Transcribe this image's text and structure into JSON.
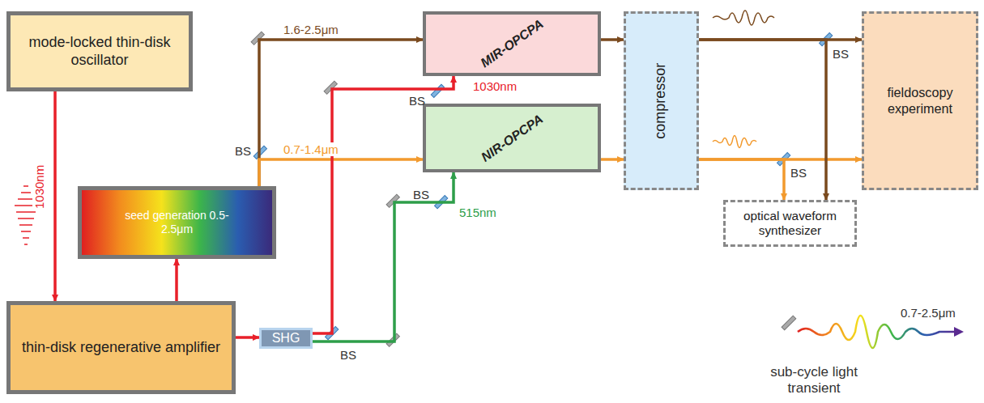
{
  "diagram": {
    "nodes": [
      {
        "text": [
          "mode-locked thin-disk oscillator"
        ]
      },
      {
        "text": [
          "MIR-OPCPA"
        ]
      },
      {
        "text": [
          "compressor"
        ]
      },
      {
        "text": [
          "fieldoscopy experiment"
        ]
      },
      {
        "text": [
          "NIR-OPCPA"
        ]
      },
      {
        "text": [
          "seed generation 0.5-2.5μm"
        ]
      },
      {
        "text": [
          "optical waveform synthesizer"
        ]
      },
      {
        "text": [
          "thin-disk regenerative amplifier"
        ]
      },
      {
        "text": [
          "SHG"
        ]
      }
    ],
    "edges": [
      {
        "from": 0,
        "to": 7,
        "arrow": "to",
        "label": "1030nm"
      },
      {
        "from": 7,
        "to": 5,
        "arrow": "to"
      },
      {
        "from": 7,
        "to": 8,
        "arrow": "to"
      },
      {
        "from": 5,
        "to": 1,
        "arrow": "to",
        "label": "1.6-2.5μm"
      },
      {
        "from": 5,
        "to": 4,
        "arrow": "to",
        "label": "0.7-1.4μm"
      },
      {
        "from": 8,
        "to": 1,
        "arrow": "to",
        "label": "1030nm"
      },
      {
        "from": 8,
        "to": 4,
        "arrow": "to",
        "label": "515nm"
      },
      {
        "from": 1,
        "to": 2,
        "arrow": "to"
      },
      {
        "from": 4,
        "to": 2,
        "arrow": "to"
      },
      {
        "from": 2,
        "to": 3,
        "arrow": "to"
      },
      {
        "from": 2,
        "to": 3,
        "arrow": "to"
      },
      {
        "from": 2,
        "to": 6,
        "arrow": "to"
      },
      {
        "from": 2,
        "to": 6,
        "arrow": "to"
      }
    ],
    "labels": [
      "BS",
      "BS",
      "BS",
      "BS",
      "BS",
      "BS",
      "0.7-2.5μm",
      "sub-cycle light transient"
    ]
  }
}
